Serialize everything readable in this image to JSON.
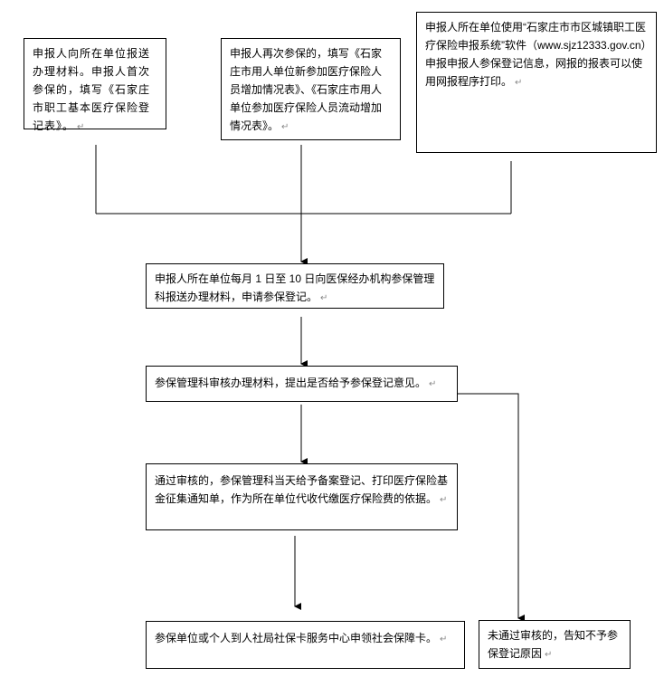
{
  "boxes": {
    "first_time": {
      "text": "申报人向所在单位报送办理材料。申报人首次参保的，填写《石家庄市职工基本医疗保险登记表》。"
    },
    "re_insure": {
      "text": "申报人再次参保的，填写《石家庄市用人单位新参加医疗保险人员增加情况表》、《石家庄市用人单位参加医疗保险人员流动增加情况表》。"
    },
    "online": {
      "text": "申报人所在单位使用“石家庄市市区城镇职工医疗保险申报系统”软件（www.sjz12333.gov.cn）申报申报人参保登记信息，网报的报表可以使用网报程序打印。"
    },
    "submit": {
      "text": "申报人所在单位每月 1 日至 10 日向医保经办机构参保管理科报送办理材料，申请参保登记。"
    },
    "review": {
      "text": "参保管理科审核办理材料，提出是否给予参保登记意见。"
    },
    "approved": {
      "text": "通过审核的，参保管理科当天给予备案登记、打印医疗保险基金征集通知单，作为所在单位代收代缴医疗保险费的依据。"
    },
    "card": {
      "text": "参保单位或个人到人社局社保卡服务中心申领社会保障卡。"
    },
    "rejected": {
      "text": "未通过审核的，告知不予参保登记原因"
    }
  },
  "paragraph_mark": "↵"
}
